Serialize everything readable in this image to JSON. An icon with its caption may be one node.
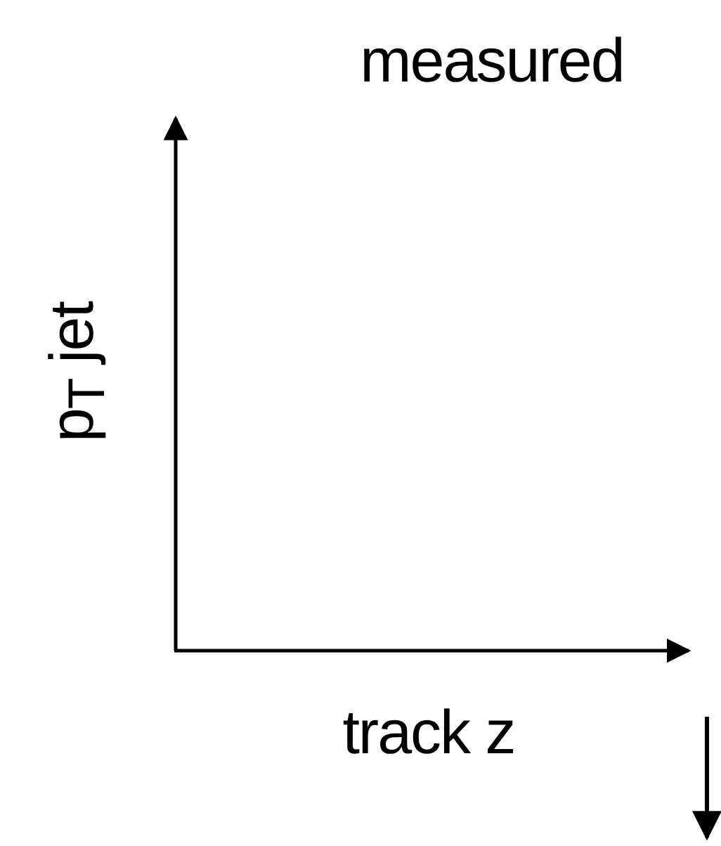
{
  "diagram": {
    "title": "measured",
    "labels": [
      "p$_{T}$ jet",
      "track z"
    ]
  }
}
